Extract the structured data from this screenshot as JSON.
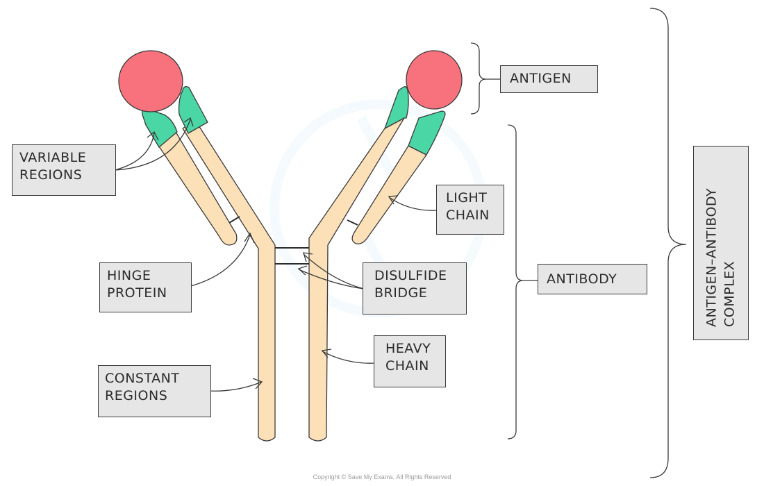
{
  "labels": {
    "variable": [
      "VARIABLE",
      "REGIONS"
    ],
    "hinge": [
      "HINGE",
      "PROTEIN"
    ],
    "constant": [
      "CONSTANT",
      "REGIONS"
    ],
    "disulfide": [
      "DISULFIDE",
      "BRIDGE"
    ],
    "heavy": [
      "HEAVY",
      "CHAIN"
    ],
    "light": [
      "LIGHT",
      "CHAIN"
    ],
    "antigen": "ANTIGEN",
    "antibody": "ANTIBODY",
    "complex": [
      "ANTIGEN–ANTIBODY",
      "COMPLEX"
    ]
  },
  "copyright": "Copyright © Save My Exams. All Rights Reserved",
  "colors": {
    "antigen": "#f7727d",
    "variable_region": "#4ad6a5",
    "chain": "#fce0b8",
    "outline": "#3a3a3a",
    "label_bg": "#e6e6e6"
  }
}
